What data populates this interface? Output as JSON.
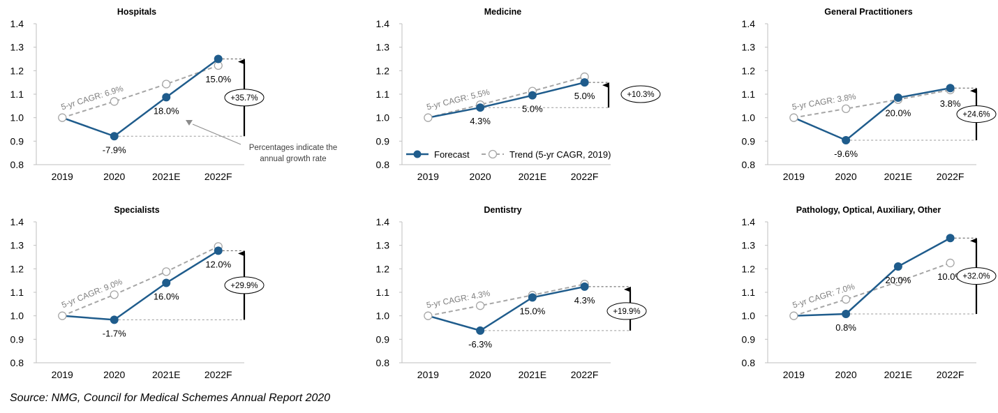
{
  "source": "Source: NMG, Council for Medical Schemes Annual Report 2020",
  "colors": {
    "forecast": "#1f5c8c",
    "trend": "#a6a6a6",
    "axis": "#bfbfbf",
    "text": "#000000"
  },
  "chart_data": [
    {
      "type": "line",
      "title": "Hospitals",
      "categories": [
        "2019",
        "2020",
        "2021E",
        "2022F"
      ],
      "series": [
        {
          "name": "Forecast",
          "values": [
            1.0,
            0.921,
            1.087,
            1.25
          ]
        },
        {
          "name": "Trend (5-yr CAGR, 2019)",
          "values": [
            1.0,
            1.069,
            1.143,
            1.222
          ]
        }
      ],
      "growth_labels": [
        {
          "index": 1,
          "text": "-7.9%",
          "pos": "below"
        },
        {
          "index": 2,
          "text": "18.0%",
          "pos": "below"
        },
        {
          "index": 3,
          "text": "15.0%",
          "pos": "below"
        }
      ],
      "cagr_label": "5-yr CAGR: 6.9%",
      "gap_label": "+35.7%",
      "gap_from": 0.921,
      "gap_to": 1.25,
      "note": [
        "Percentages indicate the",
        "annual growth rate"
      ],
      "ylim": [
        0.8,
        1.4
      ],
      "yticks": [
        "0.8",
        "0.9",
        "1.0",
        "1.1",
        "1.2",
        "1.3",
        "1.4"
      ],
      "legend": false
    },
    {
      "type": "line",
      "title": "Medicine",
      "categories": [
        "2019",
        "2020",
        "2021E",
        "2022F"
      ],
      "series": [
        {
          "name": "Forecast",
          "values": [
            1.0,
            1.043,
            1.095,
            1.15
          ]
        },
        {
          "name": "Trend (5-yr CAGR, 2019)",
          "values": [
            1.0,
            1.055,
            1.113,
            1.174
          ]
        }
      ],
      "growth_labels": [
        {
          "index": 1,
          "text": "4.3%",
          "pos": "below"
        },
        {
          "index": 2,
          "text": "5.0%",
          "pos": "below"
        },
        {
          "index": 3,
          "text": "5.0%",
          "pos": "below"
        }
      ],
      "cagr_label": "5-yr CAGR: 5.5%",
      "gap_label": "+10.3%",
      "gap_from": 1.043,
      "gap_to": 1.15,
      "ylim": [
        0.8,
        1.4
      ],
      "yticks": [
        "0.8",
        "0.9",
        "1.0",
        "1.1",
        "1.2",
        "1.3",
        "1.4"
      ],
      "legend": true
    },
    {
      "type": "line",
      "title": "General Practitioners",
      "categories": [
        "2019",
        "2020",
        "2021E",
        "2022F"
      ],
      "series": [
        {
          "name": "Forecast",
          "values": [
            1.0,
            0.904,
            1.085,
            1.126
          ]
        },
        {
          "name": "Trend (5-yr CAGR, 2019)",
          "values": [
            1.0,
            1.038,
            1.077,
            1.118
          ]
        }
      ],
      "growth_labels": [
        {
          "index": 1,
          "text": "-9.6%",
          "pos": "below"
        },
        {
          "index": 2,
          "text": "20.0%",
          "pos": "below"
        },
        {
          "index": 3,
          "text": "3.8%",
          "pos": "below"
        }
      ],
      "cagr_label": "5-yr CAGR: 3.8%",
      "gap_label": "+24.6%",
      "gap_from": 0.904,
      "gap_to": 1.126,
      "ylim": [
        0.8,
        1.4
      ],
      "yticks": [
        "0.8",
        "0.9",
        "1.0",
        "1.1",
        "1.2",
        "1.3",
        "1.4"
      ],
      "legend": false
    },
    {
      "type": "line",
      "title": "Specialists",
      "categories": [
        "2019",
        "2020",
        "2021E",
        "2022F"
      ],
      "series": [
        {
          "name": "Forecast",
          "values": [
            1.0,
            0.983,
            1.14,
            1.277
          ]
        },
        {
          "name": "Trend (5-yr CAGR, 2019)",
          "values": [
            1.0,
            1.09,
            1.188,
            1.295
          ]
        }
      ],
      "growth_labels": [
        {
          "index": 1,
          "text": "-1.7%",
          "pos": "below"
        },
        {
          "index": 2,
          "text": "16.0%",
          "pos": "below"
        },
        {
          "index": 3,
          "text": "12.0%",
          "pos": "below"
        }
      ],
      "cagr_label": "5-yr CAGR: 9.0%",
      "gap_label": "+29.9%",
      "gap_from": 0.983,
      "gap_to": 1.277,
      "ylim": [
        0.8,
        1.4
      ],
      "yticks": [
        "0.8",
        "0.9",
        "1.0",
        "1.1",
        "1.2",
        "1.3",
        "1.4"
      ],
      "legend": false
    },
    {
      "type": "line",
      "title": "Dentistry",
      "categories": [
        "2019",
        "2020",
        "2021E",
        "2022F"
      ],
      "series": [
        {
          "name": "Forecast",
          "values": [
            1.0,
            0.937,
            1.078,
            1.124
          ]
        },
        {
          "name": "Trend (5-yr CAGR, 2019)",
          "values": [
            1.0,
            1.043,
            1.088,
            1.135
          ]
        }
      ],
      "growth_labels": [
        {
          "index": 1,
          "text": "-6.3%",
          "pos": "below"
        },
        {
          "index": 2,
          "text": "15.0%",
          "pos": "below"
        },
        {
          "index": 3,
          "text": "4.3%",
          "pos": "below"
        }
      ],
      "cagr_label": "5-yr CAGR: 4.3%",
      "gap_label": "+19.9%",
      "gap_from": 0.937,
      "gap_to": 1.124,
      "ylim": [
        0.8,
        1.4
      ],
      "yticks": [
        "0.8",
        "0.9",
        "1.0",
        "1.1",
        "1.2",
        "1.3",
        "1.4"
      ],
      "legend": false
    },
    {
      "type": "line",
      "title": "Pathology, Optical, Auxiliary, Other",
      "categories": [
        "2019",
        "2020",
        "2021E",
        "2022F"
      ],
      "series": [
        {
          "name": "Forecast",
          "values": [
            1.0,
            1.008,
            1.21,
            1.331
          ]
        },
        {
          "name": "Trend (5-yr CAGR, 2019)",
          "values": [
            1.0,
            1.07,
            1.145,
            1.225
          ]
        }
      ],
      "growth_labels": [
        {
          "index": 1,
          "text": "0.8%",
          "pos": "below"
        },
        {
          "index": 2,
          "text": "20.0%",
          "pos": "trend"
        },
        {
          "index": 3,
          "text": "10.0%",
          "pos": "below"
        }
      ],
      "cagr_label": "5-yr CAGR: 7.0%",
      "gap_label": "+32.0%",
      "gap_from": 1.008,
      "gap_to": 1.331,
      "ylim": [
        0.8,
        1.4
      ],
      "yticks": [
        "0.8",
        "0.9",
        "1.0",
        "1.1",
        "1.2",
        "1.3",
        "1.4"
      ],
      "legend": false
    }
  ]
}
